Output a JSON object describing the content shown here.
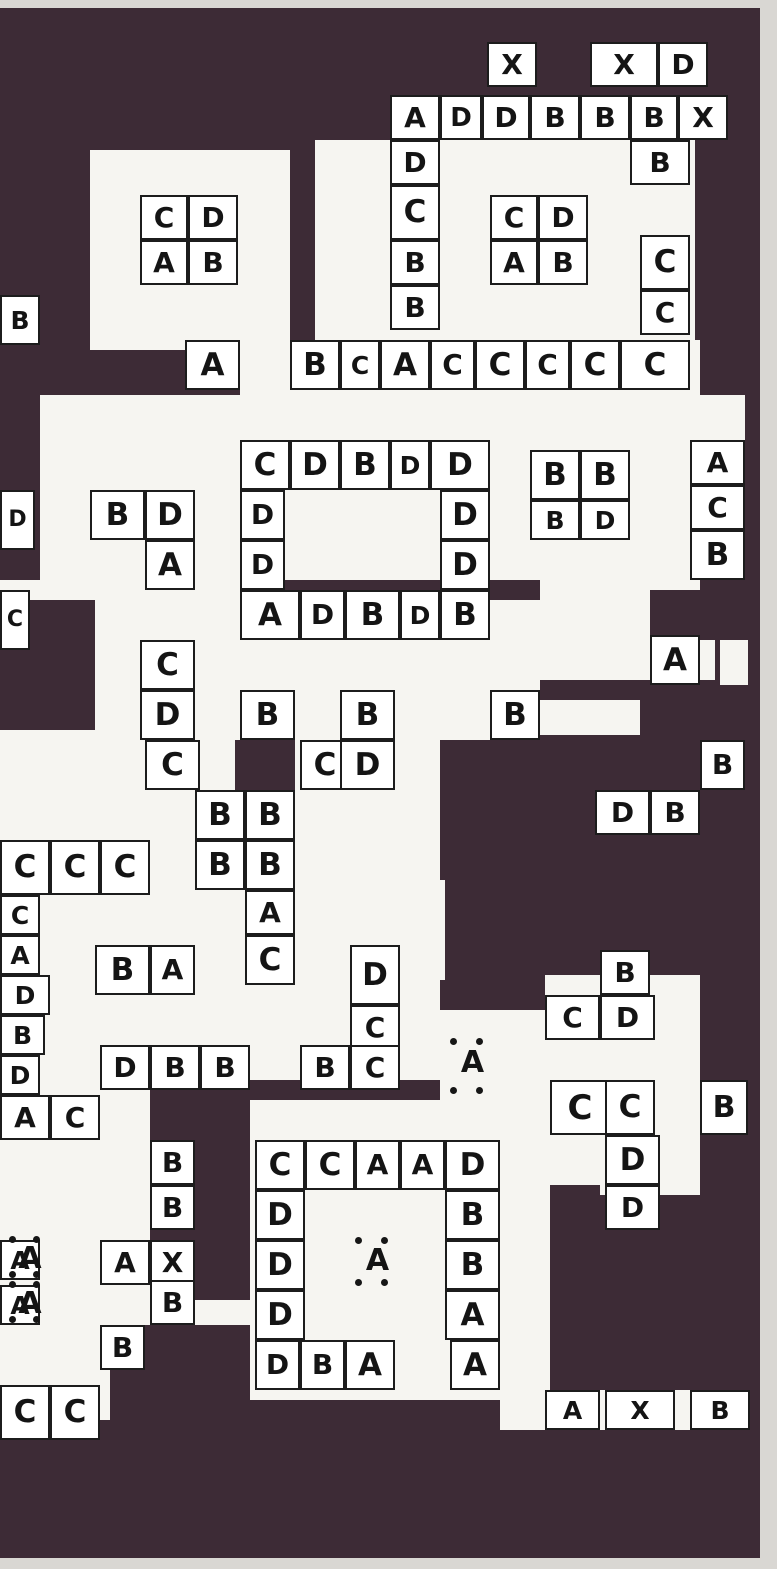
{
  "colors": {
    "wall": "#3d2b36",
    "floor": "#f6f5f1",
    "tile": "#ffffff",
    "ink": "#141414",
    "page": "#d9d7d3"
  },
  "puzzle": {
    "tiles": [
      {
        "id": "t01",
        "letter": "X"
      },
      {
        "id": "t02",
        "letter": "X"
      },
      {
        "id": "t03",
        "letter": "D"
      },
      {
        "id": "t04",
        "letter": "A"
      },
      {
        "id": "t05",
        "letter": "D"
      },
      {
        "id": "t06",
        "letter": "D"
      },
      {
        "id": "t07",
        "letter": "B"
      },
      {
        "id": "t08",
        "letter": "B"
      },
      {
        "id": "t09",
        "letter": "B"
      },
      {
        "id": "t10",
        "letter": "X"
      },
      {
        "id": "t11",
        "letter": "D"
      },
      {
        "id": "t12",
        "letter": "B"
      },
      {
        "id": "t13",
        "letter": "C"
      },
      {
        "id": "t14",
        "letter": "D"
      },
      {
        "id": "t15",
        "letter": "A"
      },
      {
        "id": "t16",
        "letter": "B"
      },
      {
        "id": "t17",
        "letter": "C"
      },
      {
        "id": "t18",
        "letter": "C"
      },
      {
        "id": "t19",
        "letter": "D"
      },
      {
        "id": "t20",
        "letter": "A"
      },
      {
        "id": "t21",
        "letter": "B"
      },
      {
        "id": "t22",
        "letter": "B"
      },
      {
        "id": "t23",
        "letter": "C"
      },
      {
        "id": "t24",
        "letter": "B"
      },
      {
        "id": "t25",
        "letter": "C"
      },
      {
        "id": "t26",
        "letter": "B"
      },
      {
        "id": "t27",
        "letter": "A"
      },
      {
        "id": "t28",
        "letter": "B"
      },
      {
        "id": "t29",
        "letter": "C"
      },
      {
        "id": "t30",
        "letter": "A"
      },
      {
        "id": "t31",
        "letter": "C"
      },
      {
        "id": "t32",
        "letter": "C"
      },
      {
        "id": "t33",
        "letter": "C"
      },
      {
        "id": "t34",
        "letter": "C"
      },
      {
        "id": "t35",
        "letter": "C"
      },
      {
        "id": "t36",
        "letter": "C"
      },
      {
        "id": "t37",
        "letter": "D"
      },
      {
        "id": "t38",
        "letter": "B"
      },
      {
        "id": "t39",
        "letter": "D"
      },
      {
        "id": "t40",
        "letter": "D"
      },
      {
        "id": "t41",
        "letter": "B"
      },
      {
        "id": "t42",
        "letter": "D"
      },
      {
        "id": "t43",
        "letter": "B"
      },
      {
        "id": "t44",
        "letter": "B"
      },
      {
        "id": "t45",
        "letter": "A"
      },
      {
        "id": "t46",
        "letter": "C"
      },
      {
        "id": "t47",
        "letter": "B"
      },
      {
        "id": "t48",
        "letter": "D"
      },
      {
        "id": "t49",
        "letter": "B"
      },
      {
        "id": "t50",
        "letter": "D"
      },
      {
        "id": "t51",
        "letter": "A"
      },
      {
        "id": "t52",
        "letter": "D"
      },
      {
        "id": "t53",
        "letter": "D"
      },
      {
        "id": "t54",
        "letter": "D"
      },
      {
        "id": "t55",
        "letter": "D"
      },
      {
        "id": "t56",
        "letter": "A"
      },
      {
        "id": "t57",
        "letter": "D"
      },
      {
        "id": "t58",
        "letter": "B"
      },
      {
        "id": "t59",
        "letter": "D"
      },
      {
        "id": "t60",
        "letter": "B"
      },
      {
        "id": "t61",
        "letter": "C"
      },
      {
        "id": "t62",
        "letter": "C"
      },
      {
        "id": "t63",
        "letter": "D"
      },
      {
        "id": "t64",
        "letter": "B"
      },
      {
        "id": "t65",
        "letter": "C"
      },
      {
        "id": "t66",
        "letter": "B"
      },
      {
        "id": "t67",
        "letter": "B"
      },
      {
        "id": "t68",
        "letter": "C"
      },
      {
        "id": "t69",
        "letter": "D"
      },
      {
        "id": "t70",
        "letter": "B"
      },
      {
        "id": "t71",
        "letter": "B"
      },
      {
        "id": "t72",
        "letter": "B"
      },
      {
        "id": "t73",
        "letter": "B"
      },
      {
        "id": "t74",
        "letter": "A"
      },
      {
        "id": "t75",
        "letter": "C"
      },
      {
        "id": "t76",
        "letter": "A"
      },
      {
        "id": "t77",
        "letter": "B"
      },
      {
        "id": "t78",
        "letter": "D"
      },
      {
        "id": "t79",
        "letter": "B"
      },
      {
        "id": "t80",
        "letter": "C"
      },
      {
        "id": "t81",
        "letter": "C"
      },
      {
        "id": "t82",
        "letter": "C"
      },
      {
        "id": "t83",
        "letter": "C"
      },
      {
        "id": "t84",
        "letter": "A"
      },
      {
        "id": "t85",
        "letter": "D"
      },
      {
        "id": "t86",
        "letter": "B"
      },
      {
        "id": "t87",
        "letter": "D"
      },
      {
        "id": "t88",
        "letter": "A"
      },
      {
        "id": "t89",
        "letter": "C"
      },
      {
        "id": "t90",
        "letter": "B"
      },
      {
        "id": "t91",
        "letter": "A"
      },
      {
        "id": "t92",
        "letter": "D"
      },
      {
        "id": "t93",
        "letter": "B"
      },
      {
        "id": "t94",
        "letter": "B"
      },
      {
        "id": "t95",
        "letter": "D"
      },
      {
        "id": "t96",
        "letter": "C"
      },
      {
        "id": "t97",
        "letter": "B"
      },
      {
        "id": "t98",
        "letter": "C"
      },
      {
        "id": "t99",
        "letter": "B"
      },
      {
        "id": "t100",
        "letter": "C"
      },
      {
        "id": "t101",
        "letter": "D"
      },
      {
        "id": "t102",
        "letter": "C"
      },
      {
        "id": "t103",
        "letter": "C"
      },
      {
        "id": "t104",
        "letter": "B"
      },
      {
        "id": "t105",
        "letter": "D"
      },
      {
        "id": "t106",
        "letter": "D"
      },
      {
        "id": "t107",
        "letter": "B"
      },
      {
        "id": "t108",
        "letter": "B"
      },
      {
        "id": "t109",
        "letter": "A"
      },
      {
        "id": "t110",
        "letter": "X"
      },
      {
        "id": "t111",
        "letter": "B"
      },
      {
        "id": "t112",
        "letter": "B"
      },
      {
        "id": "t113",
        "letter": "C"
      },
      {
        "id": "t114",
        "letter": "C"
      },
      {
        "id": "t115",
        "letter": "A"
      },
      {
        "id": "t116",
        "letter": "A"
      },
      {
        "id": "t117",
        "letter": "D"
      },
      {
        "id": "t118",
        "letter": "D"
      },
      {
        "id": "t119",
        "letter": "B"
      },
      {
        "id": "t120",
        "letter": "D"
      },
      {
        "id": "t121",
        "letter": "B"
      },
      {
        "id": "t122",
        "letter": "D"
      },
      {
        "id": "t123",
        "letter": "A"
      },
      {
        "id": "t124",
        "letter": "D"
      },
      {
        "id": "t125",
        "letter": "B"
      },
      {
        "id": "t126",
        "letter": "A"
      },
      {
        "id": "t127",
        "letter": "A"
      },
      {
        "id": "t128",
        "letter": "A"
      },
      {
        "id": "t129",
        "letter": "X"
      },
      {
        "id": "t130",
        "letter": "B"
      },
      {
        "id": "t131",
        "letter": "C"
      },
      {
        "id": "t132",
        "letter": "C"
      },
      {
        "id": "t133",
        "letter": "A"
      },
      {
        "id": "t134",
        "letter": "A"
      }
    ],
    "dot_tiles": [
      {
        "id": "d1",
        "letter": "A"
      },
      {
        "id": "d2",
        "letter": "A"
      },
      {
        "id": "d3",
        "letter": "A"
      },
      {
        "id": "d4",
        "letter": "A"
      }
    ]
  }
}
